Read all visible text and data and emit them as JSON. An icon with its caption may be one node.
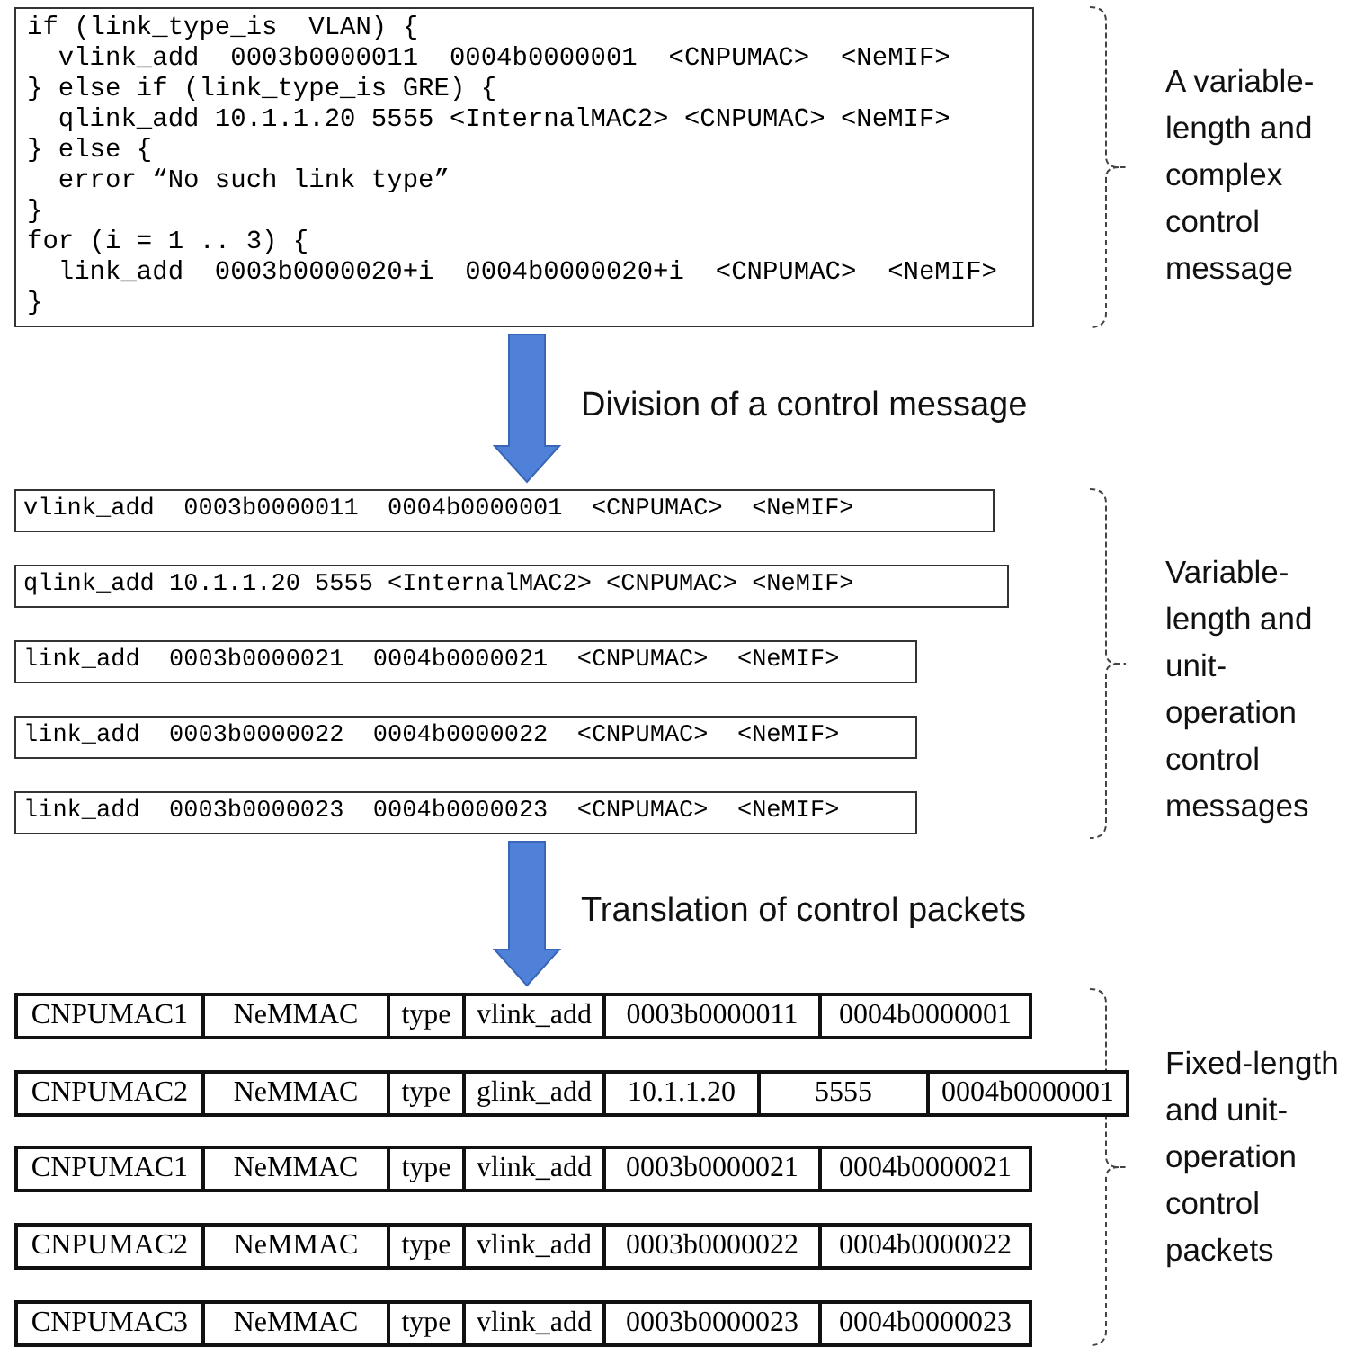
{
  "diagram": {
    "nodes": [
      {
        "text": [
          "if (link_type_is  VLAN) {",
          "  vlink_add  0003b0000011  0004b0000001  <CNPUMAC>  <NeMIF>",
          "} else if (link_type_is GRE) {",
          "  qlink_add 10.1.1.20 5555 <InternalMAC2> <CNPUMAC> <NeMIF>",
          "} else {",
          "  error “No such link type”",
          "}",
          "for (i = 1 .. 3) {",
          "  link_add  0003b0000020+i  0004b0000020+i  <CNPUMAC>  <NeMIF>",
          "}"
        ]
      },
      {
        "text": [
          "vlink_add  0003b0000011  0004b0000001  <CNPUMAC>  <NeMIF>"
        ]
      },
      {
        "text": [
          "qlink_add 10.1.1.20 5555 <InternalMAC2> <CNPUMAC> <NeMIF>"
        ]
      },
      {
        "text": [
          "link_add  0003b0000021  0004b0000021  <CNPUMAC>  <NeMIF>"
        ]
      },
      {
        "text": [
          "link_add  0003b0000022  0004b0000022  <CNPUMAC>  <NeMIF>"
        ]
      },
      {
        "text": [
          "link_add  0003b0000023  0004b0000023  <CNPUMAC>  <NeMIF>"
        ]
      },
      {
        "text": [
          "CNPUMAC1",
          "NeMMAC",
          "type",
          "vlink_add",
          "0003b0000011",
          "0004b0000001"
        ]
      },
      {
        "text": [
          "CNPUMAC2",
          "NeMMAC",
          "type",
          "glink_add",
          "10.1.1.20",
          "5555",
          "0004b0000001"
        ]
      },
      {
        "text": [
          "CNPUMAC1",
          "NeMMAC",
          "type",
          "vlink_add",
          "0003b0000021",
          "0004b0000021"
        ]
      },
      {
        "text": [
          "CNPUMAC2",
          "NeMMAC",
          "type",
          "vlink_add",
          "0003b0000022",
          "0004b0000022"
        ]
      },
      {
        "text": [
          "CNPUMAC3",
          "NeMMAC",
          "type",
          "vlink_add",
          "0003b0000023",
          "0004b0000023"
        ]
      }
    ],
    "edges": [
      {
        "from": 0,
        "to": 1,
        "arrow": "to",
        "label": "Division of a control message",
        "style": "thick",
        "color": "#4f81d9"
      },
      {
        "from": 5,
        "to": 6,
        "arrow": "to",
        "label": "Translation of control packets",
        "style": "thick",
        "color": "#4f81d9"
      }
    ],
    "labels": [
      "A variable-length and complex control message",
      "Variable-length and unit-operation control messages",
      "Fixed-length and unit-operation control packets"
    ]
  }
}
